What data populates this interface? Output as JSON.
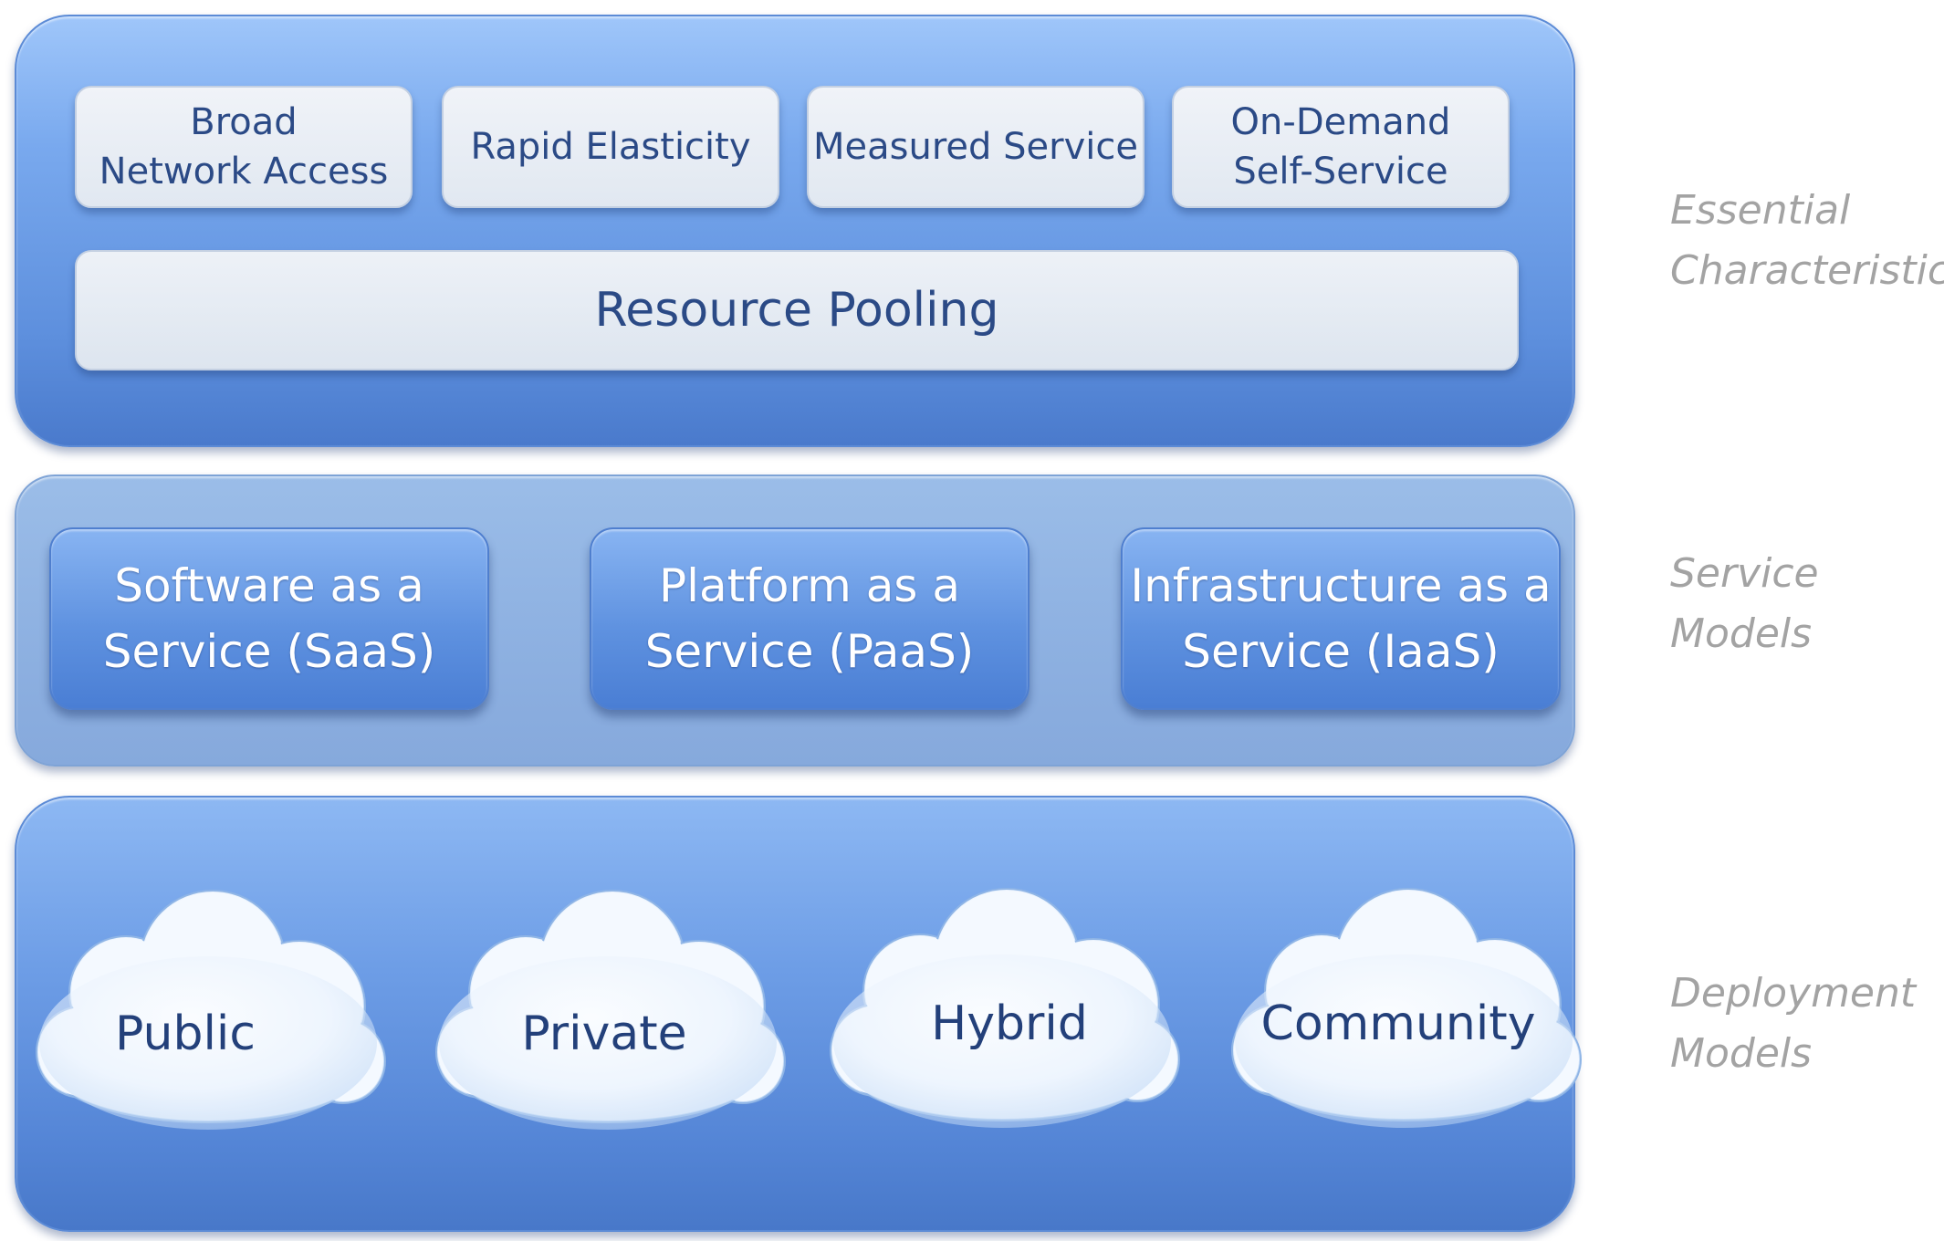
{
  "essential_characteristics": {
    "items": [
      "Broad\nNetwork Access",
      "Rapid Elasticity",
      "Measured Service",
      "On-Demand\nSelf-Service"
    ],
    "resource_pooling": "Resource Pooling",
    "side_label": "Essential\nCharacteristics"
  },
  "service_models": {
    "items": [
      "Software as a\nService (SaaS)",
      "Platform as a\nService (PaaS)",
      "Infrastructure as a\nService (IaaS)"
    ],
    "side_label": "Service\nModels"
  },
  "deployment_models": {
    "items": [
      "Public",
      "Private",
      "Hybrid",
      "Community"
    ],
    "side_label": "Deployment\nModels"
  },
  "colors": {
    "layer_blue": "#5d8fdd",
    "box_light": "#e6ecf4",
    "text_dark_blue": "#2b4a86",
    "side_label_gray": "#a3a3a3",
    "cloud_white": "#f4f9ff"
  }
}
